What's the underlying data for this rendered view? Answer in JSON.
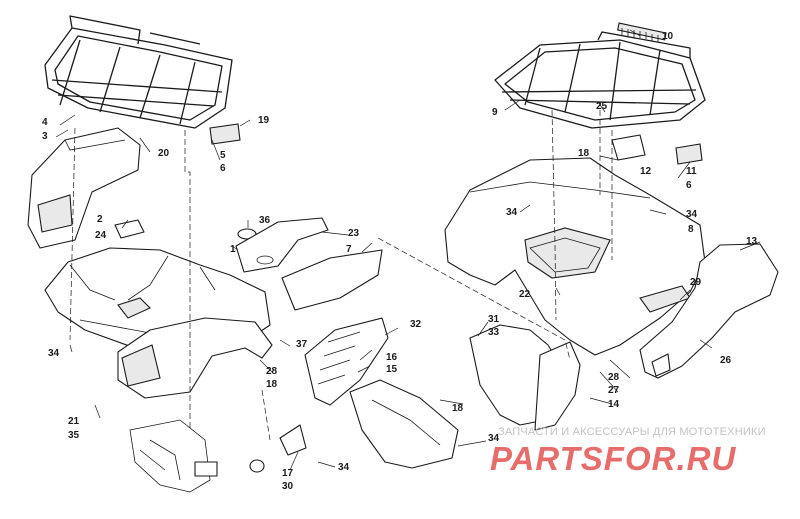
{
  "callouts": [
    "1",
    "2",
    "3",
    "4",
    "5",
    "6",
    "7",
    "8",
    "9",
    "10",
    "11",
    "12",
    "13",
    "14",
    "15",
    "16",
    "17",
    "18",
    "19",
    "20",
    "21",
    "22",
    "23",
    "24",
    "25",
    "26",
    "27",
    "28",
    "29",
    "30",
    "31",
    "32",
    "33",
    "34",
    "35",
    "36",
    "37"
  ],
  "watermark": {
    "subtitle": "ЗАПЧАСТИ И АКСЕССУАРЫ ДЛЯ МОТОТЕХНИКИ",
    "brand": "PARTSFOR.RU"
  }
}
